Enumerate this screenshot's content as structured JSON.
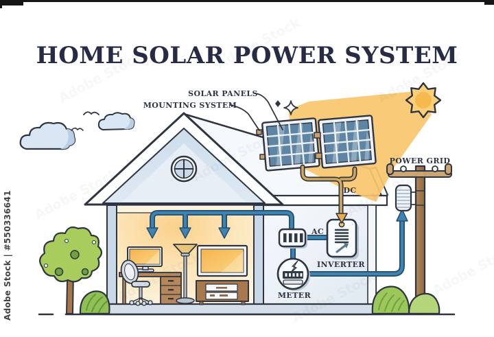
{
  "title": "HOME SOLAR POWER SYSTEM",
  "labels": {
    "solar_panels": "SOLAR PANELS",
    "mounting_system": "MOUNTING SYSTEM",
    "power_grid": "POWER GRID",
    "dc": "DC",
    "ac": "AC",
    "inverter": "INVERTER",
    "meter": "METER"
  },
  "watermark": {
    "side": "Adobe Stock | #550336641",
    "tile": "Adobe Stock"
  },
  "colors": {
    "outline": "#2e3440",
    "title_text": "#272c44",
    "label_text": "#2d3347",
    "sun": "#f5b94e",
    "sun_ring": "#fbcf79",
    "beam": "#f8c56d",
    "roof_blue": "#cdddec",
    "wall": "#eef3f8",
    "interior_glow": "#fbd18c",
    "wire_ac": "#3f83b1",
    "wire_ac_dark": "#26506e",
    "wire_dc": "#d2a85e",
    "dc_arrow": "#e9a94d",
    "panel_cell": "#5e85a3",
    "screen_orange": "#f6b44e",
    "tree_green": "#a8cd5d",
    "bush_green": "#9cc75a",
    "pole_brown": "#b28757"
  }
}
